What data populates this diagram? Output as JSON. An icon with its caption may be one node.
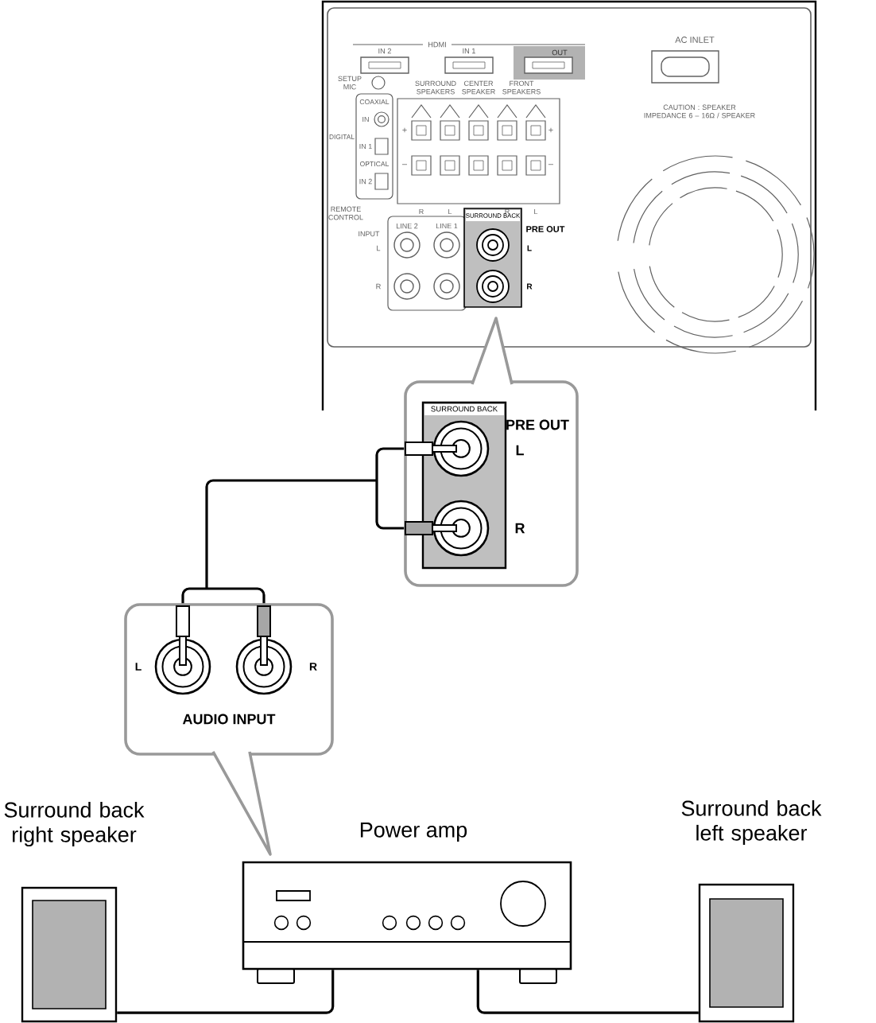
{
  "diagram": {
    "nodes": [
      {
        "text": [
          "SURROUND BACK",
          "PRE OUT"
        ]
      },
      {
        "text": [
          "AUDIO INPUT"
        ]
      },
      {
        "text": [
          "Power amp"
        ]
      },
      {
        "text": [
          "Surround back right speaker"
        ]
      },
      {
        "text": [
          "Surround back left speaker"
        ]
      }
    ],
    "edges": [
      {
        "from": 0,
        "to": 1,
        "arrow": "none"
      },
      {
        "from": 2,
        "to": 3,
        "arrow": "none"
      },
      {
        "from": 2,
        "to": 4,
        "arrow": "none"
      }
    ],
    "labels": [
      "HDMI",
      "IN 2",
      "IN 1",
      "OUT",
      "AC INLET",
      "SETUP MIC",
      "SURROUND SPEAKERS",
      "CENTER SPEAKER",
      "FRONT SPEAKERS",
      "COAXIAL",
      "CAUTION : SPEAKER IMPEDANCE 6 – 16Ω / SPEAKER",
      "IN",
      "+",
      "+",
      "DIGITAL",
      "IN 1",
      "OPTICAL",
      "–",
      "–",
      "IN 2",
      "R",
      "L",
      "R",
      "L",
      "REMOTE CONTROL",
      "SURROUND BACK",
      "LINE 2",
      "LINE 1",
      "INPUT",
      "PRE OUT",
      "L",
      "L",
      "R",
      "R",
      "L",
      "R",
      "L",
      "R"
    ]
  }
}
